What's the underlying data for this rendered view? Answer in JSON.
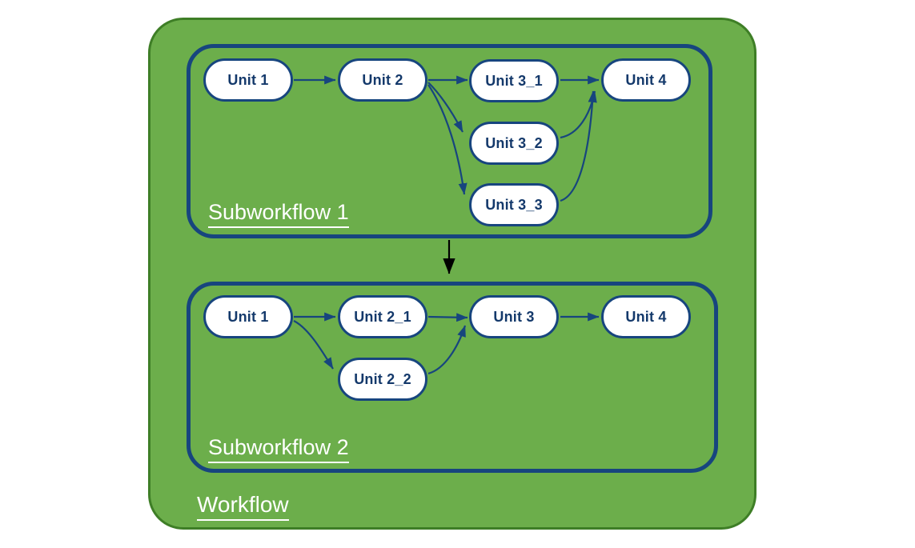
{
  "colors": {
    "canvas_bg": "#ffffff",
    "workflow_fill": "#6cae4b",
    "workflow_border": "#3e7e26",
    "navy": "#17457e",
    "node_fill": "#ffffff",
    "node_text": "#14396b",
    "label_text": "#ffffff",
    "connector_black": "#000000"
  },
  "workflow": {
    "label": "Workflow",
    "connector": "Subworkflow 1 → Subworkflow 2",
    "subworkflows": [
      {
        "label": "Subworkflow 1",
        "nodes": [
          "Unit 1",
          "Unit 2",
          "Unit 3_1",
          "Unit 3_2",
          "Unit 3_3",
          "Unit 4"
        ],
        "edges": [
          "Unit 1 → Unit 2",
          "Unit 2 → Unit 3_1",
          "Unit 2 → Unit 3_2",
          "Unit 2 → Unit 3_3",
          "Unit 3_1 → Unit 4",
          "Unit 3_2 → Unit 4",
          "Unit 3_3 → Unit 4"
        ]
      },
      {
        "label": "Subworkflow 2",
        "nodes": [
          "Unit 1",
          "Unit 2_1",
          "Unit 2_2",
          "Unit 3",
          "Unit 4"
        ],
        "edges": [
          "Unit 1 → Unit 2_1",
          "Unit 1 → Unit 2_2",
          "Unit 2_1 → Unit 3",
          "Unit 2_2 → Unit 3",
          "Unit 3 → Unit 4"
        ]
      }
    ]
  }
}
